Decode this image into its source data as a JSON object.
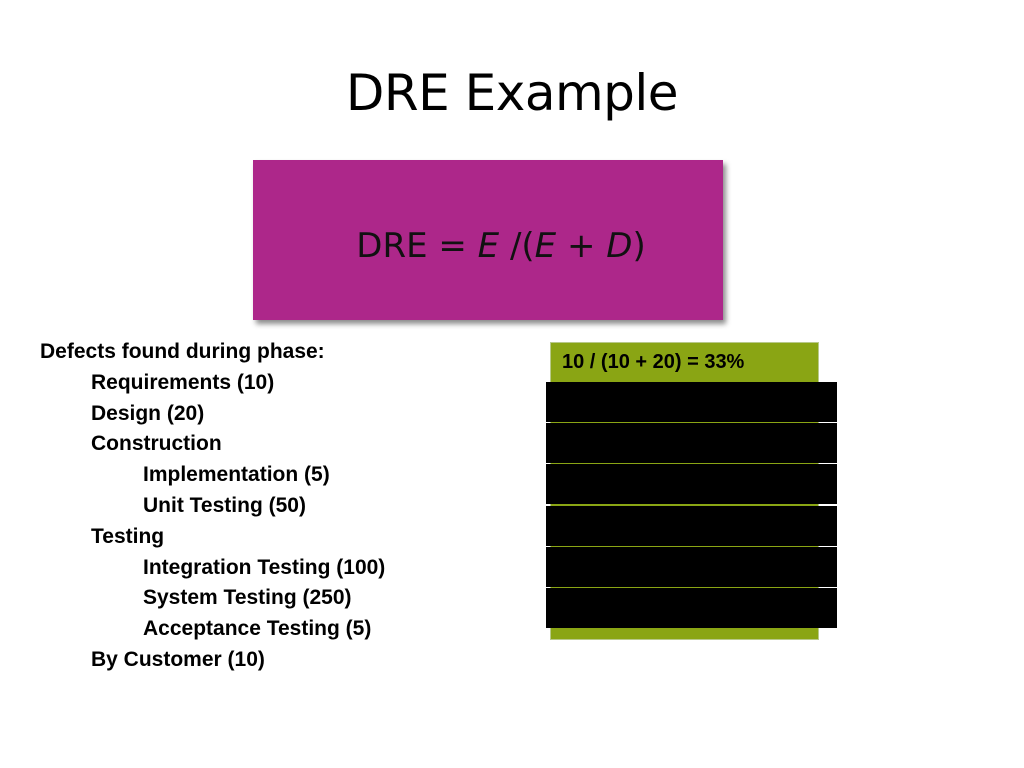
{
  "slide": {
    "title": "DRE Example",
    "formula": {
      "prefix": "DRE = ",
      "var_e1": "E",
      "mid": " /(",
      "var_e2": "E",
      "plus": " + ",
      "var_d": "D",
      "suffix": ")"
    },
    "defects": {
      "heading": "Defects found during phase:",
      "items": [
        "Requirements (10)",
        "Design (20)",
        "Construction",
        "Implementation (5)",
        "Unit Testing (50)",
        "Testing",
        "Integration Testing (100)",
        "System Testing (250)",
        "Acceptance Testing (5)",
        "By Customer (10)"
      ]
    },
    "calculation": {
      "visible_line": "10 / (10 + 20) = 33%"
    },
    "colors": {
      "formula_box": "#ad278a",
      "calc_box": "#8aa514",
      "cover_blocks": "#000000"
    }
  }
}
